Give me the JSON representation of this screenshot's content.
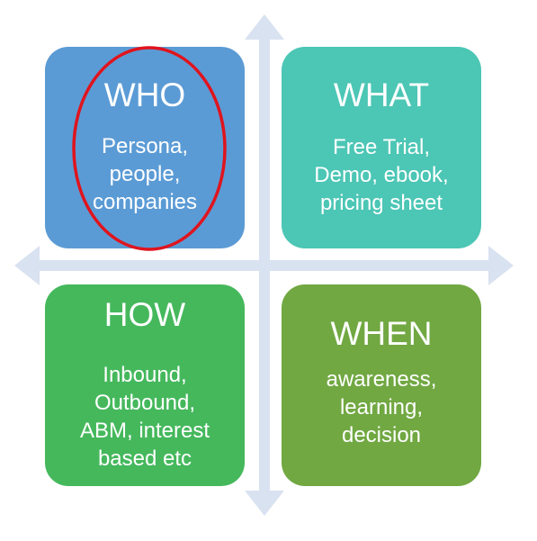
{
  "quadrants": {
    "who": {
      "title": "WHO",
      "body": "Persona,\npeople,\ncompanies",
      "color": "#5b9bd5"
    },
    "what": {
      "title": "WHAT",
      "body": "Free Trial,\nDemo, ebook,\npricing sheet",
      "color": "#4cc6b5"
    },
    "how": {
      "title": "HOW",
      "body": "Inbound,\nOutbound,\nABM, interest\nbased etc",
      "color": "#45b85c"
    },
    "when": {
      "title": "WHEN",
      "body": "awareness,\nlearning,\ndecision",
      "color": "#71a842"
    }
  },
  "highlight": {
    "target": "who",
    "color": "#e0141e"
  },
  "axis_color": "#d9e2f0"
}
